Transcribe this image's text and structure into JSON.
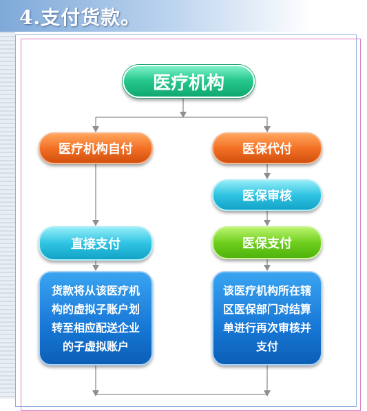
{
  "header": {
    "title": "4.支付货款。"
  },
  "diagram": {
    "root": "医疗机构",
    "left_branch": {
      "head": "医疗机构自付",
      "step": "直接支付",
      "detail": "货款将从该医疗机\n构的虚拟子账户划\n转至相应配送企业\n的子虚拟账户"
    },
    "right_branch": {
      "head": "医保代付",
      "step1": "医保审核",
      "step2": "医保支付",
      "detail": "该医疗机构所在辖\n区医保部门对结算\n单进行再次审核并\n支付"
    }
  },
  "colors": {
    "root": "#1ebc84",
    "head": "#f27125",
    "review": "#2fc3e2",
    "pay": "#6fcf1e",
    "detail": "#1777d6",
    "connector": "#8e8e8e"
  }
}
